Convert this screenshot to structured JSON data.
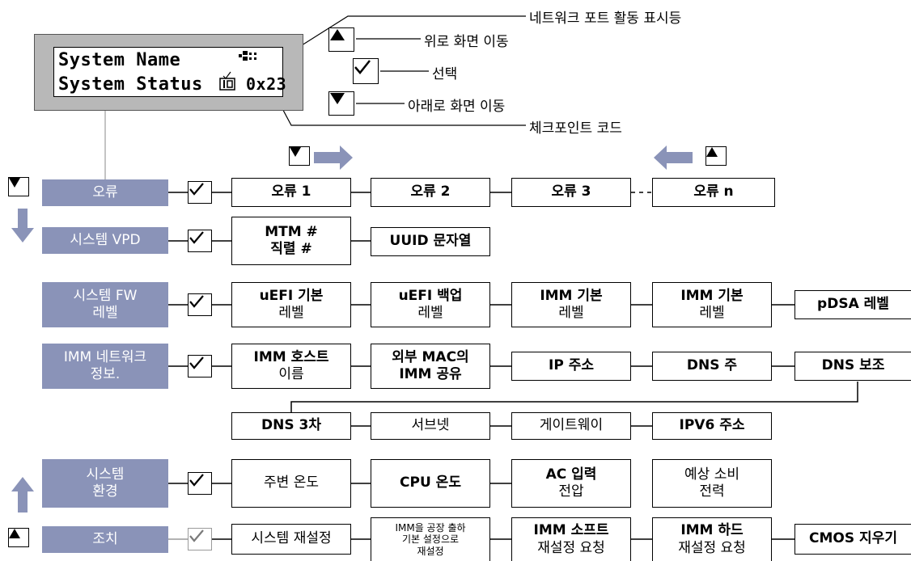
{
  "lcd": {
    "line1": "System Name",
    "line2": "System Status",
    "status_code": "0x23"
  },
  "callouts": {
    "network_port": "네트워크 포트 활동 표시등",
    "scroll_up": "위로 화면 이동",
    "select": "선택",
    "scroll_down": "아래로 화면 이동",
    "checkpoint": "체크포인트 코드"
  },
  "rows": {
    "errors": {
      "label": "오류",
      "items": [
        "오류 1",
        "오류 2",
        "오류 3",
        "오류 n"
      ]
    },
    "vpd": {
      "label": "시스템 VPD",
      "items": [
        "MTM #",
        "직렬 #",
        "UUID 문자열"
      ]
    },
    "fw": {
      "label1": "시스템 FW",
      "label2": "레벨",
      "items": [
        "uEFI 기본",
        "레벨",
        "uEFI 백업",
        "레벨",
        "IMM 기본",
        "레벨",
        "IMM 기본",
        "레벨",
        "pDSA 레벨"
      ]
    },
    "imm": {
      "label1": "IMM 네트워크",
      "label2": "정보.",
      "items": [
        "IMM 호스트",
        "이름",
        "외부 MAC의",
        "IMM 공유",
        "IP 주소",
        "DNS 주",
        "DNS 보조"
      ],
      "items2": [
        "DNS 3차",
        "서브넷",
        "게이트웨이",
        "IPV6 주소"
      ]
    },
    "env": {
      "label1": "시스템",
      "label2": "환경",
      "items": [
        "주변 온도",
        "CPU 온도",
        "AC 입력",
        "전압",
        "예상 소비",
        "전력"
      ]
    },
    "actions": {
      "label": "조치",
      "items": [
        "시스템 재설정",
        "IMM을 공장 출하",
        "기본 설정으로",
        "재설정",
        "IMM 소프트",
        "재설정 요청",
        "IMM 하드",
        "재설정 요청",
        "CMOS 지우기"
      ]
    }
  },
  "colors": {
    "category_fill": "#8a93b8",
    "nav_arrow": "#8a93b8",
    "lcd_bezel": "#b8b8b8"
  }
}
